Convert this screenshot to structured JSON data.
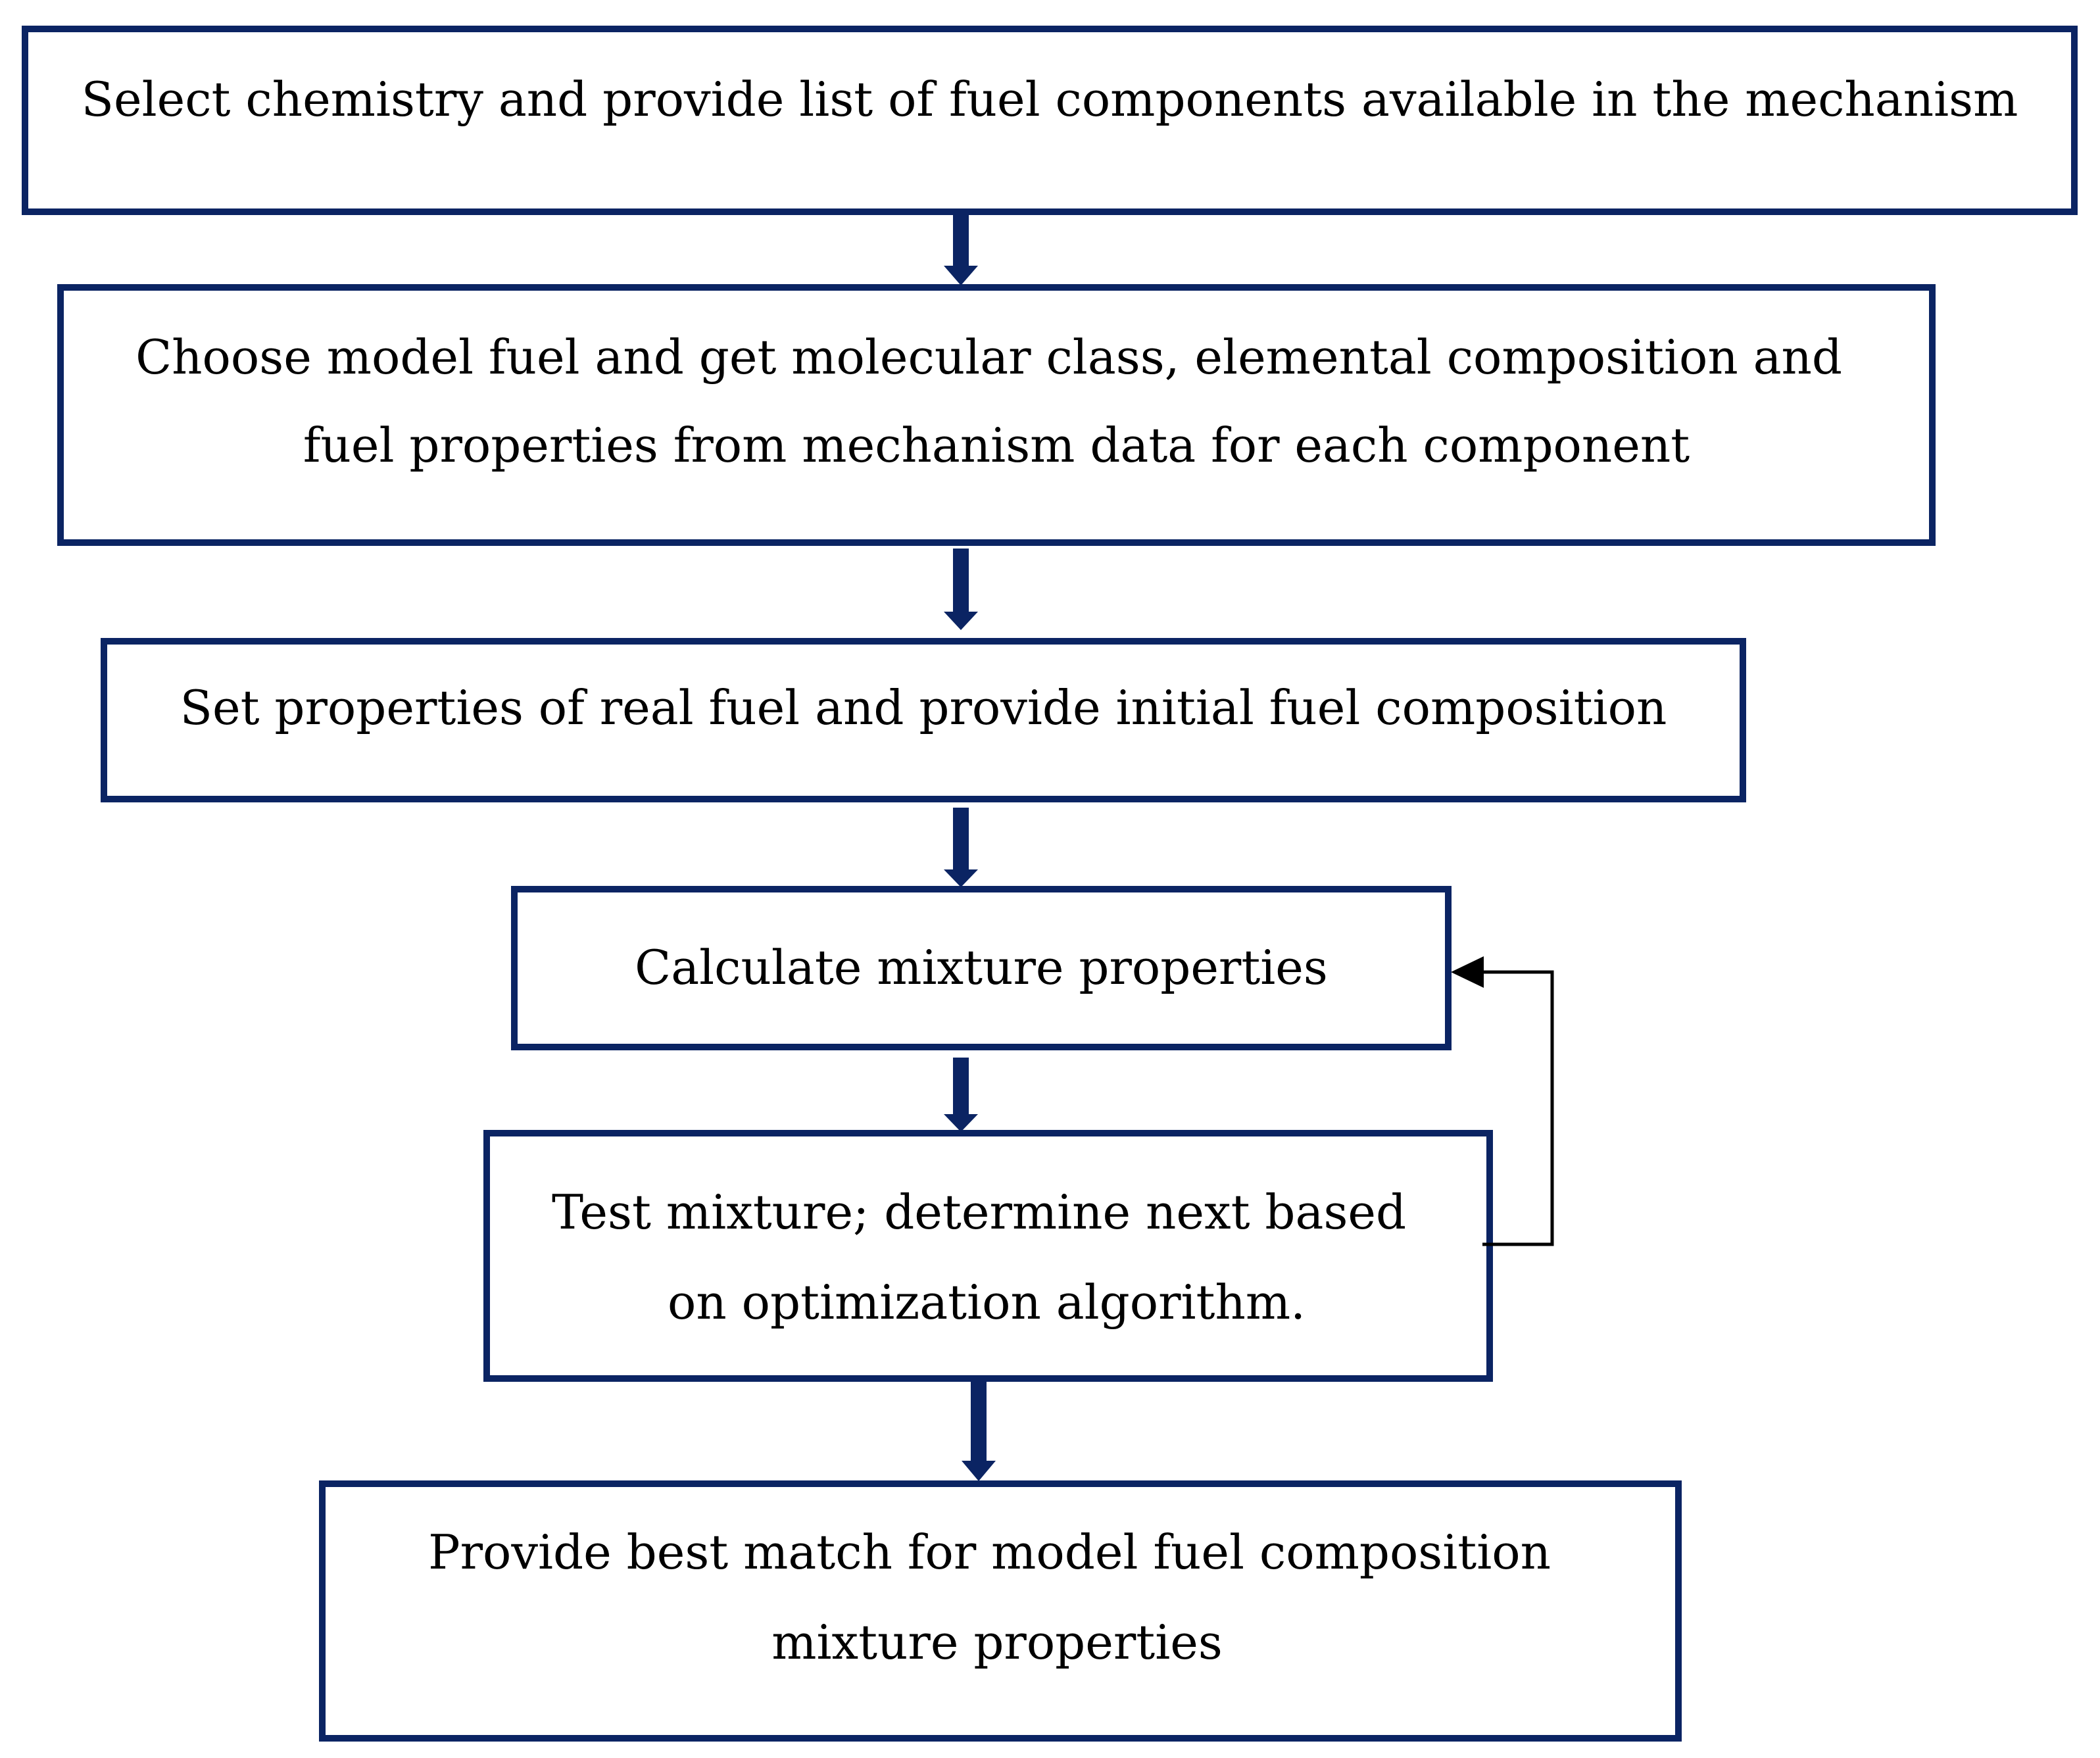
{
  "colors": {
    "box_border": "#0b2463",
    "flow_arrow": "#0b2463",
    "feedback_arrow": "#000000",
    "text": "#000000",
    "background": "#ffffff"
  },
  "steps": [
    {
      "lines": [
        "Select chemistry and provide list of fuel components available in the mechanism"
      ]
    },
    {
      "lines": [
        "Choose model fuel and get molecular class, elemental composition and",
        "fuel properties from mechanism data for each component"
      ]
    },
    {
      "lines": [
        "Set properties of real fuel and provide initial fuel composition"
      ]
    },
    {
      "lines": [
        "Calculate mixture properties"
      ]
    },
    {
      "lines": [
        "Test mixture; determine next based",
        "on optimization algorithm."
      ]
    },
    {
      "lines": [
        "Provide best match for model fuel composition",
        "mixture properties"
      ]
    }
  ]
}
